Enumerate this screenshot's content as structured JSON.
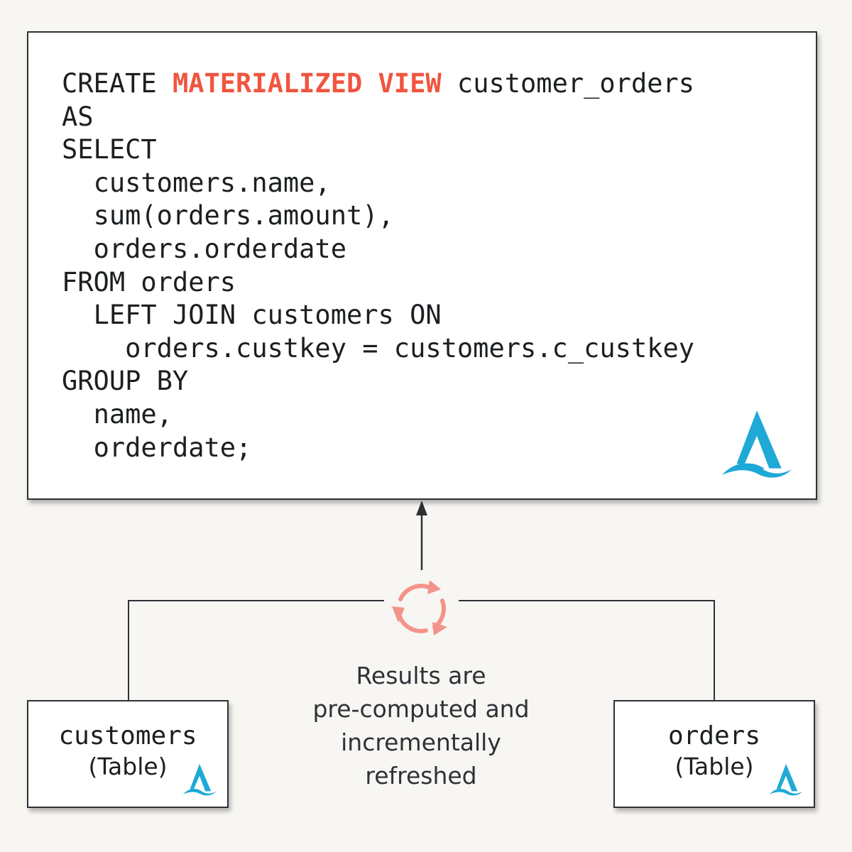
{
  "colors": {
    "background": "#f8f6f3",
    "highlight": "#f0553f",
    "refresh_icon": "#f4938a",
    "logo": "#1fa9d6",
    "border": "#2d3236"
  },
  "view_definition": {
    "lines": [
      {
        "indent": "",
        "segments": [
          {
            "text": "CREATE ",
            "highlight": false
          },
          {
            "text": "MATERIALIZED VIEW",
            "highlight": true
          },
          {
            "text": " customer_orders",
            "highlight": false
          }
        ]
      },
      {
        "indent": "",
        "segments": [
          {
            "text": "AS",
            "highlight": false
          }
        ]
      },
      {
        "indent": "",
        "segments": [
          {
            "text": "SELECT",
            "highlight": false
          }
        ]
      },
      {
        "indent": "  ",
        "segments": [
          {
            "text": "customers.name,",
            "highlight": false
          }
        ]
      },
      {
        "indent": "  ",
        "segments": [
          {
            "text": "sum(orders.amount),",
            "highlight": false
          }
        ]
      },
      {
        "indent": "  ",
        "segments": [
          {
            "text": "orders.orderdate",
            "highlight": false
          }
        ]
      },
      {
        "indent": "",
        "segments": [
          {
            "text": "FROM orders",
            "highlight": false
          }
        ]
      },
      {
        "indent": "  ",
        "segments": [
          {
            "text": "LEFT JOIN customers ON",
            "highlight": false
          }
        ]
      },
      {
        "indent": "    ",
        "segments": [
          {
            "text": "orders.custkey = customers.c_custkey",
            "highlight": false
          }
        ]
      },
      {
        "indent": "",
        "segments": [
          {
            "text": "GROUP BY",
            "highlight": false
          }
        ]
      },
      {
        "indent": "  ",
        "segments": [
          {
            "text": "name,",
            "highlight": false
          }
        ]
      },
      {
        "indent": "  ",
        "segments": [
          {
            "text": "orderdate;",
            "highlight": false
          }
        ]
      }
    ],
    "logo_icon": "delta-logo-icon"
  },
  "tables": {
    "customers": {
      "name": "customers",
      "type": "(Table)",
      "logo_icon": "delta-logo-icon"
    },
    "orders": {
      "name": "orders",
      "type": "(Table)",
      "logo_icon": "delta-logo-icon"
    }
  },
  "refresh": {
    "icon": "refresh-icon",
    "caption_lines": [
      "Results are",
      "pre-computed and",
      "incrementally",
      "refreshed"
    ]
  }
}
